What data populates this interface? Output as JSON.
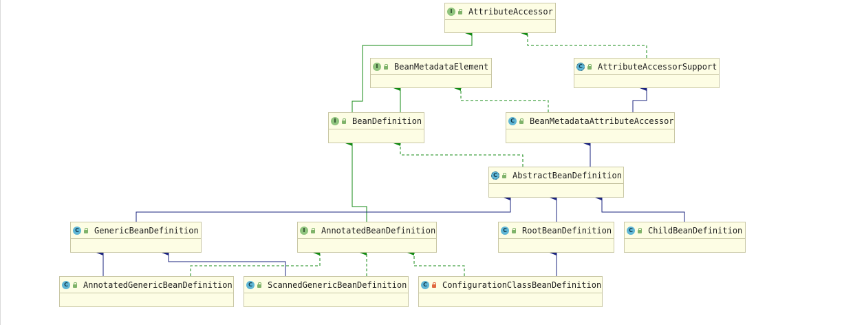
{
  "nodes": {
    "attribute_accessor": {
      "name": "AttributeAccessor",
      "kind": "interface",
      "icon": "interface-icon"
    },
    "bean_metadata_element": {
      "name": "BeanMetadataElement",
      "kind": "interface",
      "icon": "interface-icon"
    },
    "attribute_accessor_support": {
      "name": "AttributeAccessorSupport",
      "kind": "abstract-class",
      "icon": "abstract-class-icon"
    },
    "bean_definition": {
      "name": "BeanDefinition",
      "kind": "interface",
      "icon": "interface-icon"
    },
    "bean_metadata_attribute_accessor": {
      "name": "BeanMetadataAttributeAccessor",
      "kind": "class",
      "icon": "class-icon"
    },
    "abstract_bean_definition": {
      "name": "AbstractBeanDefinition",
      "kind": "abstract-class",
      "icon": "abstract-class-icon"
    },
    "generic_bean_definition": {
      "name": "GenericBeanDefinition",
      "kind": "class",
      "icon": "class-icon"
    },
    "annotated_bean_definition": {
      "name": "AnnotatedBeanDefinition",
      "kind": "interface",
      "icon": "interface-icon"
    },
    "root_bean_definition": {
      "name": "RootBeanDefinition",
      "kind": "class",
      "icon": "class-icon"
    },
    "child_bean_definition": {
      "name": "ChildBeanDefinition",
      "kind": "class",
      "icon": "class-icon"
    },
    "annotated_generic_bean_definition": {
      "name": "AnnotatedGenericBeanDefinition",
      "kind": "class",
      "icon": "class-icon"
    },
    "scanned_generic_bean_definition": {
      "name": "ScannedGenericBeanDefinition",
      "kind": "class",
      "icon": "class-icon"
    },
    "configuration_class_bean_definition": {
      "name": "ConfigurationClassBeanDefinition",
      "kind": "class",
      "icon": "class-icon",
      "visibility": "package"
    }
  },
  "edges": [
    {
      "from": "bean_definition",
      "to": "attribute_accessor",
      "type": "interface-extends"
    },
    {
      "from": "bean_definition",
      "to": "bean_metadata_element",
      "type": "interface-extends"
    },
    {
      "from": "attribute_accessor_support",
      "to": "attribute_accessor",
      "type": "implements"
    },
    {
      "from": "bean_metadata_attribute_accessor",
      "to": "bean_metadata_element",
      "type": "implements"
    },
    {
      "from": "bean_metadata_attribute_accessor",
      "to": "attribute_accessor_support",
      "type": "extends"
    },
    {
      "from": "abstract_bean_definition",
      "to": "bean_metadata_attribute_accessor",
      "type": "extends"
    },
    {
      "from": "abstract_bean_definition",
      "to": "bean_definition",
      "type": "implements"
    },
    {
      "from": "annotated_bean_definition",
      "to": "bean_definition",
      "type": "interface-extends"
    },
    {
      "from": "generic_bean_definition",
      "to": "abstract_bean_definition",
      "type": "extends"
    },
    {
      "from": "root_bean_definition",
      "to": "abstract_bean_definition",
      "type": "extends"
    },
    {
      "from": "child_bean_definition",
      "to": "abstract_bean_definition",
      "type": "extends"
    },
    {
      "from": "annotated_generic_bean_definition",
      "to": "generic_bean_definition",
      "type": "extends"
    },
    {
      "from": "scanned_generic_bean_definition",
      "to": "generic_bean_definition",
      "type": "extends"
    },
    {
      "from": "annotated_generic_bean_definition",
      "to": "annotated_bean_definition",
      "type": "implements"
    },
    {
      "from": "scanned_generic_bean_definition",
      "to": "annotated_bean_definition",
      "type": "implements"
    },
    {
      "from": "configuration_class_bean_definition",
      "to": "annotated_bean_definition",
      "type": "implements"
    },
    {
      "from": "configuration_class_bean_definition",
      "to": "root_bean_definition",
      "type": "extends"
    }
  ],
  "colors": {
    "extends": "#1a237e",
    "interface_extends": "#138a13",
    "implements": "#138a13",
    "node_fill": "#fdfde4",
    "node_border": "#c9c7a5"
  }
}
